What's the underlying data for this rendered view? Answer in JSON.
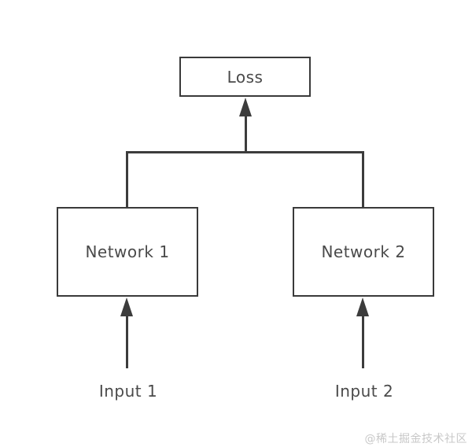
{
  "diagram": {
    "nodes": {
      "loss": {
        "label": "Loss"
      },
      "network1": {
        "label": "Network 1"
      },
      "network2": {
        "label": "Network 2"
      }
    },
    "inputs": {
      "input1": {
        "label": "Input 1"
      },
      "input2": {
        "label": "Input 2"
      }
    },
    "edges": [
      {
        "from": "junction",
        "to": "loss",
        "arrow": true
      },
      {
        "from": "network1",
        "to": "junction",
        "arrow": false
      },
      {
        "from": "network2",
        "to": "junction",
        "arrow": false
      },
      {
        "from": "input1",
        "to": "network1",
        "arrow": true
      },
      {
        "from": "input2",
        "to": "network2",
        "arrow": true
      }
    ],
    "colors": {
      "line": "#3c3c3c",
      "box_border": "#3a3a3a",
      "text": "#4a4a4a",
      "background": "#ffffff",
      "watermark": "#c8c8c8"
    }
  },
  "watermark": {
    "text": "@稀土掘金技术社区"
  }
}
